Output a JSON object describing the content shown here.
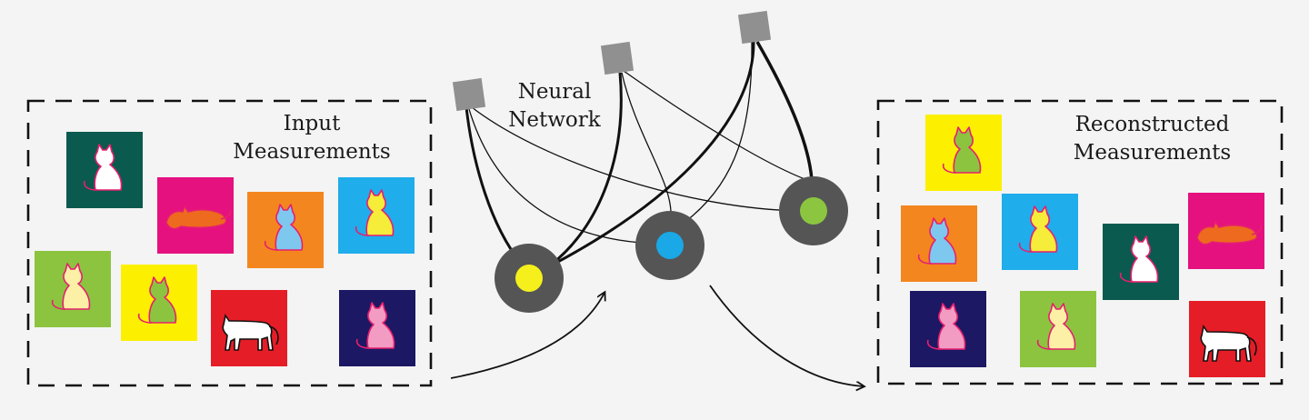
{
  "labels": {
    "input": [
      "Input",
      "Measurements"
    ],
    "network": [
      "Neural",
      "Network"
    ],
    "output": [
      "Reconstructed",
      "Measurements"
    ]
  },
  "colors": {
    "background": "#f4f4f4",
    "node_ring": "#555555",
    "node_yellow": "#f5ef1c",
    "node_blue": "#1aa8e6",
    "node_green": "#8cc640",
    "input_node": "#909090",
    "dark_teal": "#0b5a4f",
    "magenta": "#e4117f",
    "orange": "#f4861f",
    "sky_blue": "#1fadec",
    "lime_green": "#8cc43f",
    "yellow": "#fcf000",
    "red": "#e51d26",
    "navy": "#1c1864"
  },
  "input_tiles": [
    {
      "bg": "dark_teal",
      "cat": "white",
      "pose": "sitting"
    },
    {
      "bg": "magenta",
      "cat": "orange",
      "pose": "lying"
    },
    {
      "bg": "orange",
      "cat": "light-blue",
      "pose": "sitting"
    },
    {
      "bg": "sky_blue",
      "cat": "yellow",
      "pose": "sitting"
    },
    {
      "bg": "lime_green",
      "cat": "cream",
      "pose": "sitting"
    },
    {
      "bg": "yellow",
      "cat": "green",
      "pose": "sitting"
    },
    {
      "bg": "red",
      "cat": "white",
      "pose": "standing"
    },
    {
      "bg": "navy",
      "cat": "pink",
      "pose": "sitting"
    }
  ],
  "output_tiles": [
    {
      "bg": "yellow",
      "cat": "green",
      "pose": "sitting"
    },
    {
      "bg": "orange",
      "cat": "light-blue",
      "pose": "sitting"
    },
    {
      "bg": "sky_blue",
      "cat": "yellow",
      "pose": "sitting"
    },
    {
      "bg": "dark_teal",
      "cat": "white",
      "pose": "sitting"
    },
    {
      "bg": "magenta",
      "cat": "orange",
      "pose": "lying"
    },
    {
      "bg": "navy",
      "cat": "pink",
      "pose": "sitting"
    },
    {
      "bg": "lime_green",
      "cat": "cream",
      "pose": "sitting"
    },
    {
      "bg": "red",
      "cat": "white",
      "pose": "standing"
    }
  ]
}
